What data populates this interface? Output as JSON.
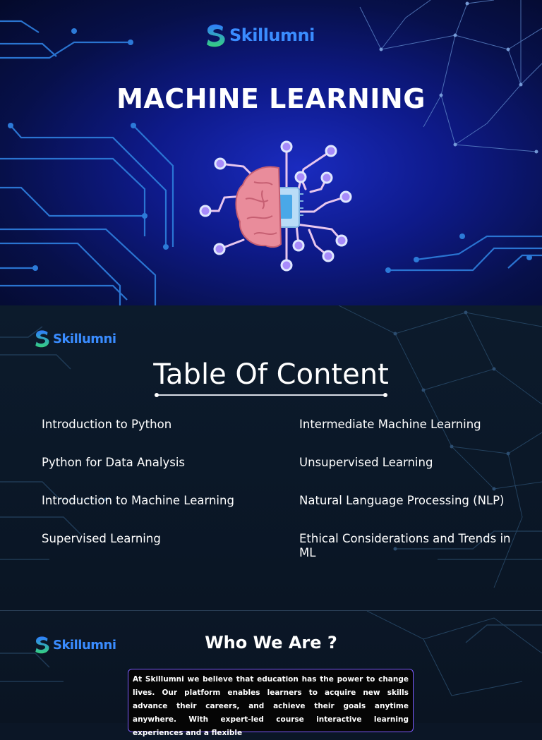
{
  "brand": {
    "name": "Skillumni"
  },
  "slide1": {
    "title": "MACHINE LEARNING"
  },
  "toc": {
    "title": "Table Of Content",
    "left": [
      "Introduction to Python",
      "Python for Data Analysis",
      "Introduction to Machine Learning",
      "Supervised Learning"
    ],
    "right": [
      "Intermediate Machine Learning",
      "Unsupervised Learning",
      "Natural Language Processing (NLP)",
      "Ethical Considerations and Trends in ML"
    ]
  },
  "about": {
    "title": "Who We Are ?",
    "body": "At Skillumni we believe that education has the power to change lives. Our platform enables learners to acquire new skills advance their careers, and achieve their goals anytime anywhere. With expert-led course interactive learning experiences and a flexible"
  },
  "colors": {
    "brand_blue": "#3a8cff",
    "brand_green": "#35d07f",
    "circuit": "#2e7fd6",
    "box_border": "#7c5cff"
  },
  "icons": [
    "skillumni-logo-icon",
    "ai-brain-chip-icon"
  ]
}
